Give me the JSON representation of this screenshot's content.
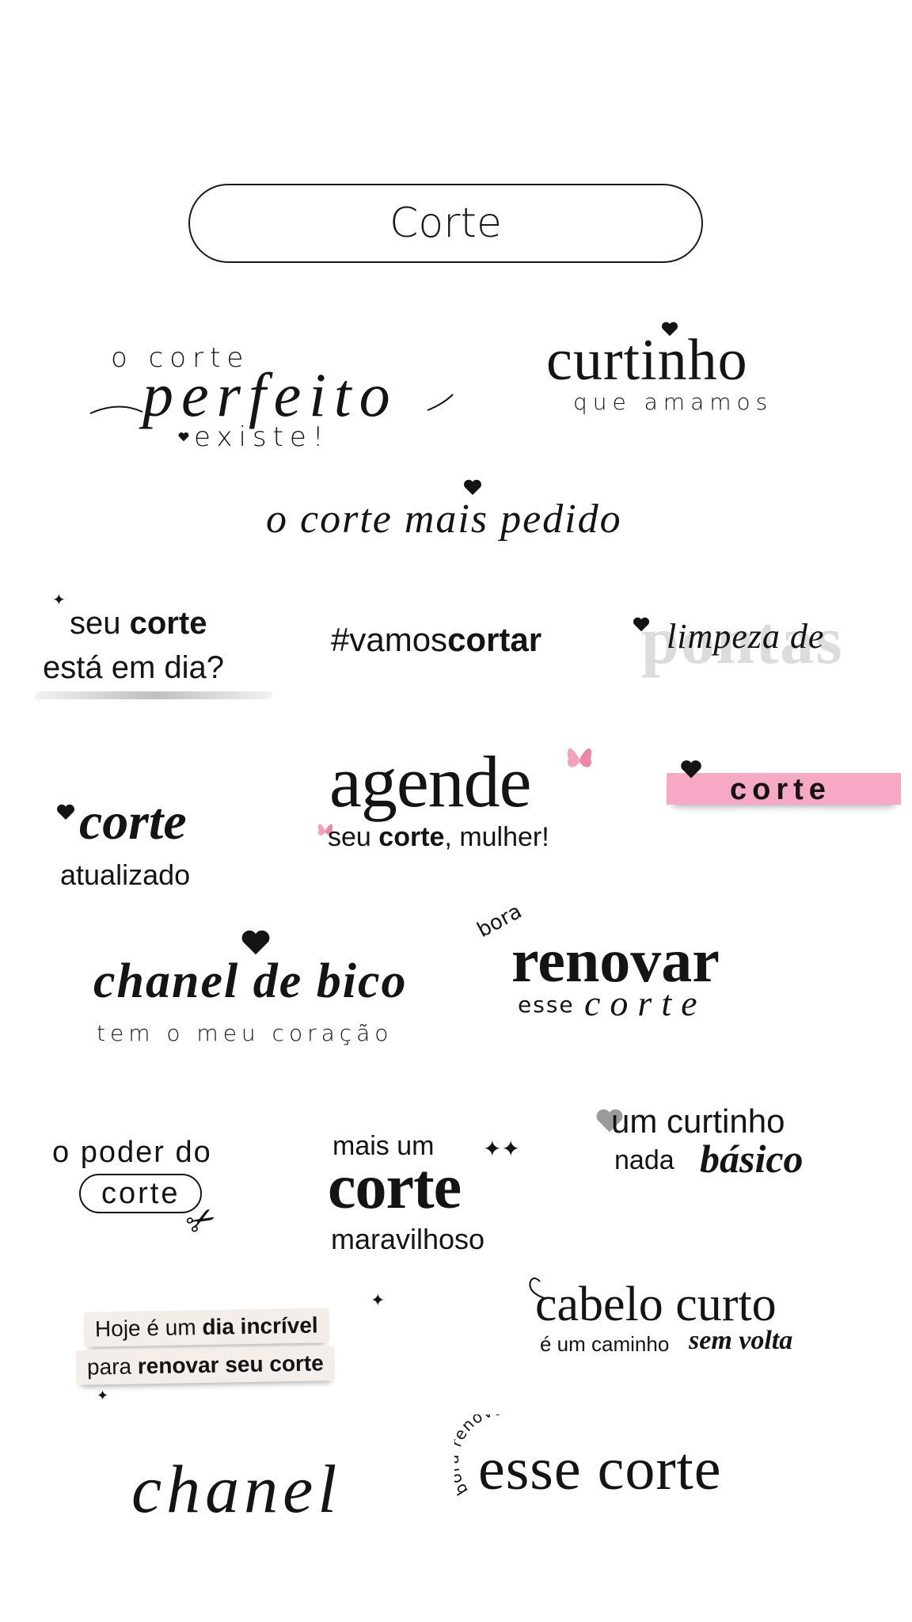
{
  "header": {
    "title": "Corte"
  },
  "stickers": {
    "corte_perfeito": {
      "line1": "o corte",
      "line2": "perfeito",
      "line3": "existe!"
    },
    "curtinho": {
      "line1": "curtinho",
      "line2": "que amamos"
    },
    "mais_pedido": {
      "text": "o corte mais pedido"
    },
    "em_dia": {
      "word1": "seu",
      "word2": "corte",
      "line2": "está em dia?"
    },
    "vamos_cortar": {
      "prefix": "#vamos",
      "bold": "cortar"
    },
    "limpeza": {
      "bg": "pontas",
      "script": "limpeza de"
    },
    "atualizado": {
      "script": "corte",
      "sub": "atualizado"
    },
    "agende": {
      "big": "agende",
      "pre": "seu",
      "bold": "corte",
      "post": ", mulher!"
    },
    "corte_ribbon": {
      "text": "corte"
    },
    "chanel_bico": {
      "script": "chanel de bico",
      "sub": "tem o meu coração"
    },
    "bora_renovar": {
      "small": "bora",
      "big": "renovar",
      "pre": "esse",
      "script": "corte"
    },
    "poder": {
      "line1": "o poder do",
      "pill": "corte"
    },
    "mais_um": {
      "line1": "mais um",
      "big": "corte",
      "line3": "maravilhoso"
    },
    "um_curtinho": {
      "line1": "um curtinho",
      "pre": "nada",
      "script": "básico"
    },
    "hoje": {
      "l1a": "Hoje é um",
      "l1b": "dia incrível",
      "l2a": "para",
      "l2b": "renovar seu corte"
    },
    "cabelo_curto": {
      "big": "cabelo curto",
      "pre": "é um caminho",
      "script": "sem volta"
    },
    "chanel": {
      "script": "chanel"
    },
    "esse_corte": {
      "arc": "bora renovar",
      "big": "esse corte"
    }
  },
  "colors": {
    "ink": "#141414",
    "pink": "#f7a8c4",
    "pink_dark": "#e98aab",
    "grey": "#d9d9d9"
  },
  "icons": [
    "heart-icon",
    "sparkle-icon",
    "butterfly-icon",
    "scissors-icon"
  ]
}
